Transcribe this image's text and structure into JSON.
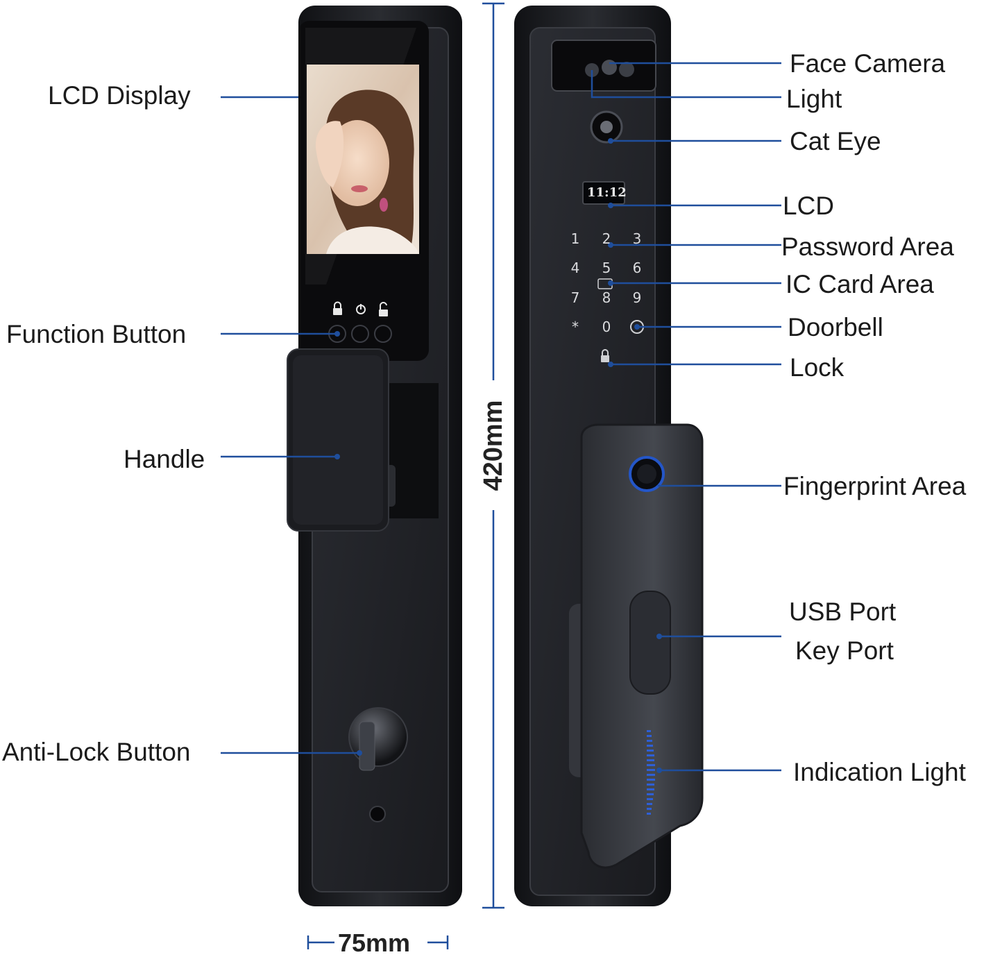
{
  "labels_left": {
    "lcd_display": "LCD Display",
    "function_button": "Function Button",
    "handle": "Handle",
    "anti_lock_button": "Anti-Lock Button"
  },
  "labels_right": {
    "face_camera": "Face Camera",
    "light": "Light",
    "cat_eye": "Cat Eye",
    "lcd": "LCD",
    "password_area": "Password Area",
    "ic_card_area": "IC Card Area",
    "doorbell": "Doorbell",
    "lock": "Lock",
    "fingerprint_area": "Fingerprint Area",
    "usb_port": "USB Port",
    "key_port": "Key Port",
    "indication_light": "Indication Light"
  },
  "dimensions": {
    "height": "420mm",
    "width": "75mm"
  },
  "lcd_time": "11:12",
  "keypad": [
    "1",
    "2",
    "3",
    "4",
    "5",
    "6",
    "7",
    "8",
    "9",
    "*",
    "0"
  ],
  "colors": {
    "leader_line": "#1f4e9c",
    "lock_body": "#1c1d21",
    "fingerprint_ring": "#2456c8",
    "indicator_light": "#2e5fd6"
  }
}
